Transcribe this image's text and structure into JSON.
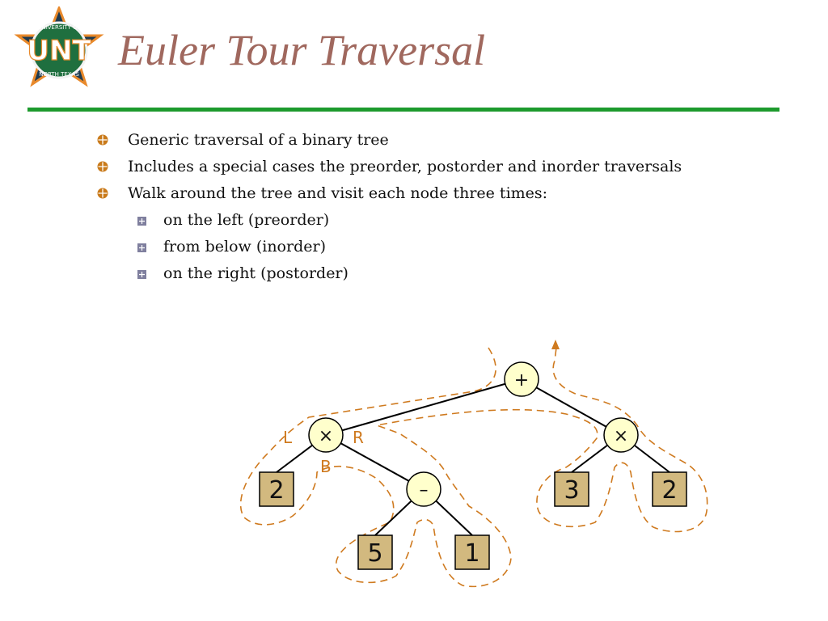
{
  "slide": {
    "title": "Euler Tour Traversal",
    "logo_text": "UNT",
    "logo_ring_top": "UNIVERSITY OF",
    "logo_ring_bottom": "NORTH TEXAS",
    "bullets": [
      {
        "text": "Generic traversal of a binary tree",
        "level": 1
      },
      {
        "text": "Includes a special cases the preorder, postorder and inorder traversals",
        "level": 1
      },
      {
        "text": "Walk around the tree and visit each node three times:",
        "level": 1
      },
      {
        "text": "on the left (preorder)",
        "level": 2
      },
      {
        "text": "from below (inorder)",
        "level": 2
      },
      {
        "text": "on the right (postorder)",
        "level": 2
      }
    ]
  },
  "tree": {
    "root": "+",
    "left_op": "×",
    "right_op": "×",
    "minus": "–",
    "leaf_a": "2",
    "leaf_b": "5",
    "leaf_c": "1",
    "leaf_d": "3",
    "leaf_e": "2",
    "label_left": "L",
    "label_right": "R",
    "label_below": "B"
  },
  "colors": {
    "title": "#a0685e",
    "rule": "#1d9a2d",
    "bullet_l1": "#c97a1a",
    "bullet_l2": "#7f7f9e",
    "node_fill": "#ffffcc",
    "leaf_fill": "#d2b97f",
    "walk": "#cf7a1f",
    "edge": "#000000",
    "logo_green": "#1f6f3f",
    "logo_orange": "#e8892b"
  },
  "icons": {
    "bullet_level1": "circle-cross-bullet-icon",
    "bullet_level2": "square-cross-bullet-icon",
    "walk_arrow": "arrowhead-up-icon"
  }
}
